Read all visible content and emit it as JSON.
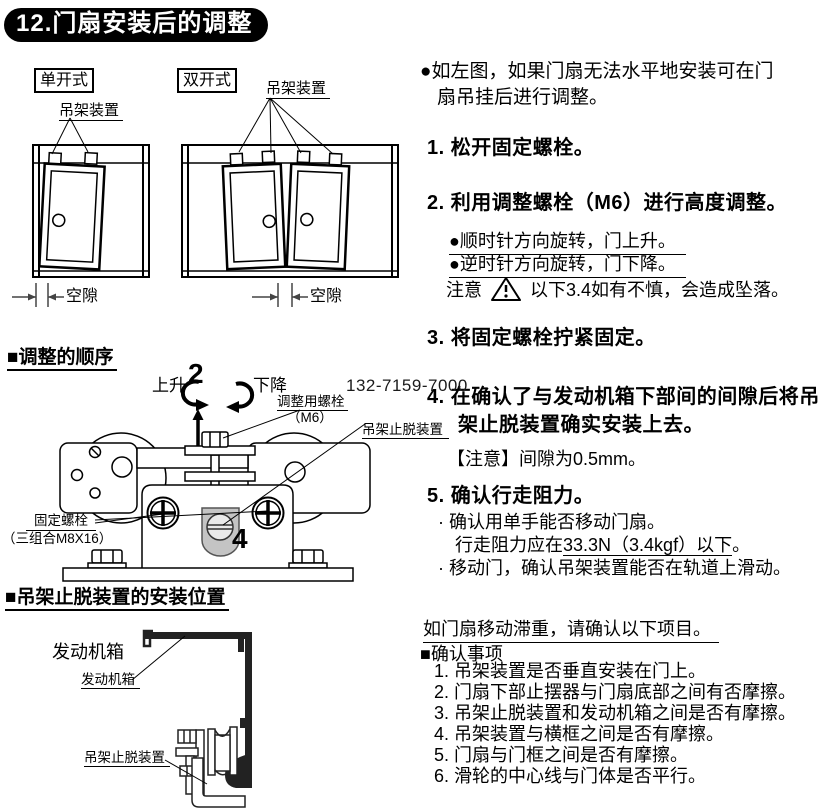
{
  "title": "12.门扇安装后的调整",
  "watermark": "132-7159-7000",
  "top_diagrams": {
    "single_type": "单开式",
    "double_type": "双开式",
    "hanger_label_single": "吊架装置",
    "hanger_label_double": "吊架装置",
    "gap_single": "空隙",
    "gap_double": "空隙"
  },
  "adjust_order": {
    "header": "■调整的顺序",
    "rise_label": "上升",
    "fall_label": "下降",
    "step_2_marker": "2",
    "step_4_marker": "4",
    "adjust_bolt_label": "调整用螺栓",
    "adjust_bolt_spec": "（M6）",
    "hanger_stopper_label": "吊架止脱装置",
    "fixing_bolt_label": "固定螺栓",
    "fixing_bolt_spec": "（三组合M8X16）"
  },
  "stopper_position": {
    "header": "■吊架止脱装置的安装位置",
    "engine_box_title": "发动机箱",
    "engine_box_label": "发动机箱",
    "hanger_stopper_label": "吊架止脱装置"
  },
  "instructions": {
    "intro_line1": "●如左图，如果门扇无法水平地安装可在门",
    "intro_line2": "扇吊挂后进行调整。",
    "step1": "1. 松开固定螺栓。",
    "step2": "2. 利用调整螺栓（M6）进行高度调整。",
    "step2_bullet1": "●顺时针方向旋转，门上升。",
    "step2_bullet2": "●逆时针方向旋转，门下降。",
    "caution_label": "注意",
    "caution_text": "以下3.4如有不慎，会造成坠落。",
    "step3": "3. 将固定螺栓拧紧固定。",
    "step4_line1": "4. 在确认了与发动机箱下部间的间隙后将吊",
    "step4_line2": "架止脱装置确实安装上去。",
    "step4_note": "【注意】间隙为0.5mm。",
    "step5": "5. 确认行走阻力。",
    "step5_bullet1": "· 确认用单手能否移动门扇。",
    "step5_resistance_prefix": "行走阻力应在",
    "step5_resistance_value": "33.3N（3.4kgf）以下",
    "step5_resistance_suffix": "。",
    "step5_bullet2": "· 移动门，确认吊架装置能否在轨道上滑动。"
  },
  "checklist": {
    "intro": "如门扇移动滞重，请确认以下项目。",
    "header": "■确认事项",
    "items": [
      "1. 吊架装置是否垂直安装在门上。",
      "2. 门扇下部止摆器与门扇底部之间有否摩擦。",
      "3. 吊架止脱装置和发动机箱之间是否有摩擦。",
      "4. 吊架装置与横框之间是否有摩擦。",
      "5. 门扇与门框之间是否有摩擦。",
      "6. 滑轮的中心线与门体是否平行。"
    ]
  }
}
